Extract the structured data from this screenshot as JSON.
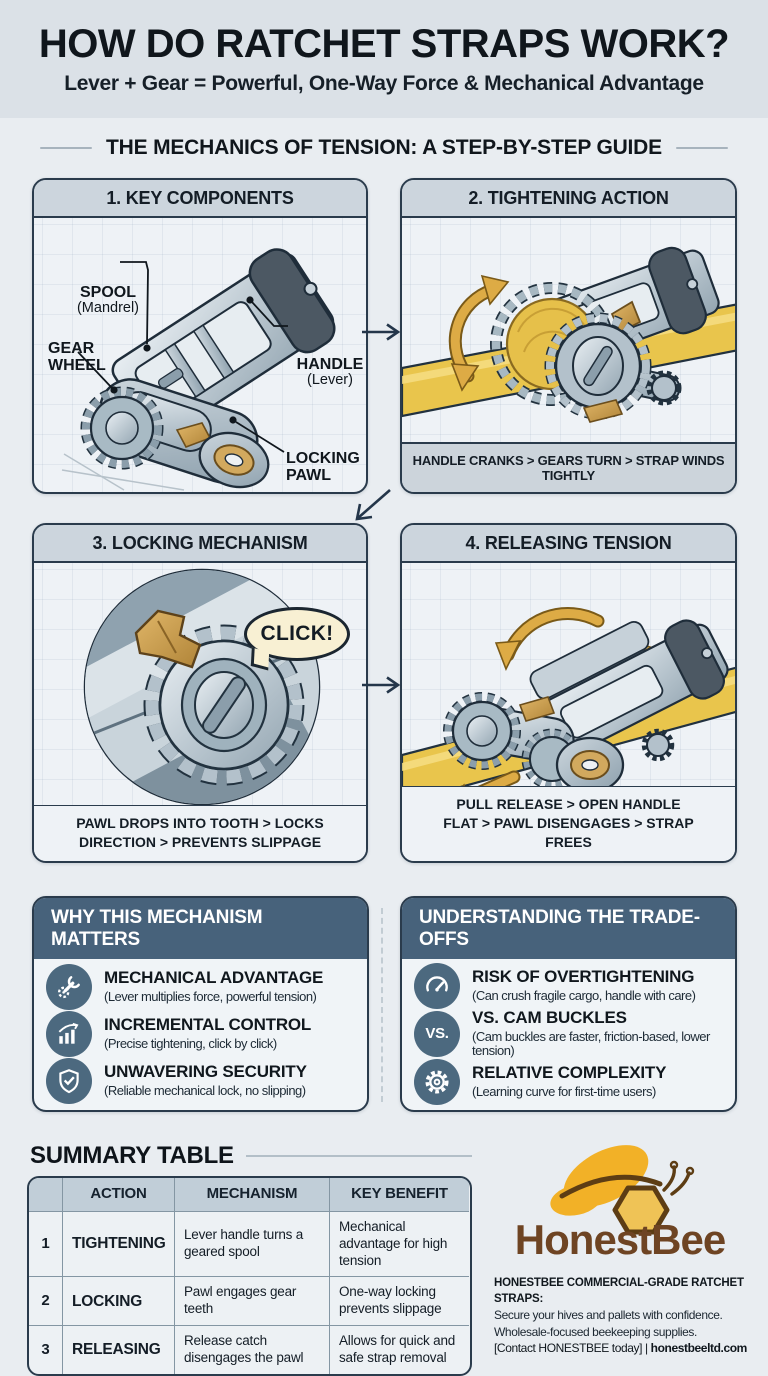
{
  "header": {
    "title": "HOW DO RATCHET STRAPS WORK?",
    "subtitle": "Lever + Gear = Powerful, One-Way Force & Mechanical Advantage"
  },
  "section": {
    "title": "THE MECHANICS OF TENSION: A STEP-BY-STEP GUIDE"
  },
  "panels": [
    {
      "title": "1. KEY COMPONENTS",
      "labels": {
        "spool": "SPOOL",
        "spool_sub": "(Mandrel)",
        "gear_wheel": "GEAR WHEEL",
        "handle": "HANDLE",
        "handle_sub": "(Lever)",
        "locking_pawl": "LOCKING PAWL"
      }
    },
    {
      "title": "2. TIGHTENING ACTION",
      "caption": "HANDLE CRANKS > GEARS TURN > STRAP WINDS TIGHTLY"
    },
    {
      "title": "3. LOCKING MECHANISM",
      "bubble": "CLICK!",
      "caption": "PAWL DROPS INTO TOOTH > LOCKS DIRECTION > PREVENTS SLIPPAGE"
    },
    {
      "title": "4. RELEASING TENSION",
      "caption": "PULL RELEASE > OPEN HANDLE FLAT > PAWL DISENGAGES > STRAP FREES"
    }
  ],
  "benefits": {
    "title": "WHY THIS MECHANISM MATTERS",
    "items": [
      {
        "icon": "wrench-gear-icon",
        "title": "MECHANICAL ADVANTAGE",
        "desc": "(Lever multiplies force, powerful tension)"
      },
      {
        "icon": "growth-chart-icon",
        "title": "INCREMENTAL CONTROL",
        "desc": "(Precise tightening, click by click)"
      },
      {
        "icon": "shield-check-icon",
        "title": "UNWAVERING SECURITY",
        "desc": "(Reliable mechanical lock, no slipping)"
      }
    ]
  },
  "tradeoffs": {
    "title": "UNDERSTANDING THE TRADE-OFFS",
    "items": [
      {
        "icon": "gauge-icon",
        "title": "RISK OF OVERTIGHTENING",
        "desc": "(Can crush fragile cargo, handle with care)"
      },
      {
        "icon": "vs-icon",
        "icon_text": "VS.",
        "title": "VS. CAM BUCKLES",
        "desc": "(Cam buckles are faster, friction-based, lower tension)"
      },
      {
        "icon": "gear-icon",
        "title": "RELATIVE COMPLEXITY",
        "desc": "(Learning curve for first-time users)"
      }
    ]
  },
  "summary_table": {
    "title": "SUMMARY TABLE",
    "columns": [
      "",
      "ACTION",
      "MECHANISM",
      "KEY BENEFIT"
    ],
    "rows": [
      {
        "num": "1",
        "action": "TIGHTENING",
        "mechanism": "Lever handle turns a geared spool",
        "benefit": "Mechanical advantage for high tension"
      },
      {
        "num": "2",
        "action": "LOCKING",
        "mechanism": "Pawl engages gear teeth",
        "benefit": "One-way locking prevents slippage"
      },
      {
        "num": "3",
        "action": "RELEASING",
        "mechanism": "Release catch disengages the pawl",
        "benefit": "Allows for quick and safe strap removal"
      }
    ]
  },
  "brand": {
    "name": "HonestBee",
    "tagline_bold": "HONESTBEE COMMERCIAL-GRADE RATCHET STRAPS:",
    "line1": "Secure your hives and pallets with confidence.",
    "line2": "Wholesale-focused beekeeping supplies.",
    "contact": "[Contact HONESTBEE today] |",
    "website": "honestbeeltd.com"
  },
  "colors": {
    "navy_border": "#2a3b4c",
    "panel_header": "#ccd5dd",
    "info_header": "#47627b",
    "strap_yellow": "#e9c54c",
    "gold_accent": "#d9a640",
    "brand_brown": "#6e4423",
    "bee_yellow": "#f2b127",
    "page_bg": "#e9edf1"
  }
}
